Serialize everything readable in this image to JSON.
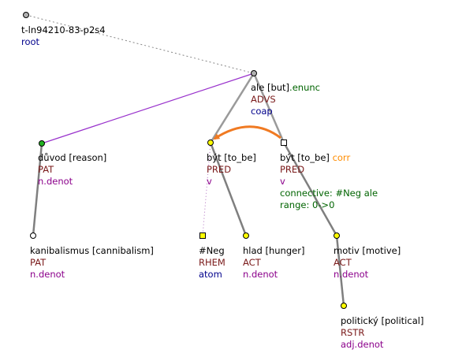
{
  "tree_id": "t-ln94210-83-p2s4",
  "root_label": "root",
  "colors": {
    "lemma": "#000000",
    "functor": "#7a1a1a",
    "nodetype_atom": "#00008b",
    "semantic": "#8b008b",
    "attr_green": "#006400",
    "attr_orange": "#ff8c00",
    "edge_purple": "#9932cc",
    "edge_gray": "#7f7f7f",
    "coref_arrow": "#f07a22"
  },
  "nodes": [
    {
      "id": "root",
      "lemma": "t-ln94210-83-p2s4",
      "functor": "",
      "type": "root",
      "shape": "circle",
      "fill": "#b0b0b0"
    },
    {
      "id": "ale",
      "lemma": "ale [but]",
      "suffix": ".enunc",
      "functor": "ADVS",
      "type": "coap",
      "shape": "circle",
      "fill": "#b0b0b0"
    },
    {
      "id": "duvod",
      "lemma": "důvod [reason]",
      "functor": "PAT",
      "type": "n.denot",
      "shape": "circle",
      "fill": "#22b022"
    },
    {
      "id": "byt1",
      "lemma": "být [to_be]",
      "functor": "PRED",
      "type": "v",
      "shape": "circle",
      "fill": "#ffff00"
    },
    {
      "id": "byt2",
      "lemma": "být [to_be]",
      "suffix": "corr",
      "functor": "PRED",
      "type": "v",
      "extra": [
        "connective: #Neg ale",
        "range: 0->0"
      ],
      "shape": "square",
      "fill": "#ffffff"
    },
    {
      "id": "kanib",
      "lemma": "kanibalismus [cannibalism]",
      "functor": "PAT",
      "type": "n.denot",
      "shape": "circle",
      "fill": "#ffffff"
    },
    {
      "id": "neg",
      "lemma": "#Neg",
      "functor": "RHEM",
      "type": "atom",
      "shape": "square",
      "fill": "#ffff00"
    },
    {
      "id": "hlad",
      "lemma": "hlad [hunger]",
      "functor": "ACT",
      "type": "n.denot",
      "shape": "circle",
      "fill": "#ffff00"
    },
    {
      "id": "motiv",
      "lemma": "motiv [motive]",
      "functor": "ACT",
      "type": "n.denot",
      "shape": "circle",
      "fill": "#ffff00"
    },
    {
      "id": "polit",
      "lemma": "politický [political]",
      "functor": "RSTR",
      "type": "adj.denot",
      "shape": "circle",
      "fill": "#ffff00"
    }
  ],
  "edges": [
    {
      "from": "root",
      "to": "ale",
      "style": "dotted"
    },
    {
      "from": "ale",
      "to": "duvod",
      "style": "purple"
    },
    {
      "from": "ale",
      "to": "byt1",
      "style": "gray-thick"
    },
    {
      "from": "ale",
      "to": "byt2",
      "style": "gray-thick"
    },
    {
      "from": "duvod",
      "to": "kanib",
      "style": "gray"
    },
    {
      "from": "byt1",
      "to": "neg",
      "style": "dotted-purple"
    },
    {
      "from": "byt1",
      "to": "hlad",
      "style": "gray"
    },
    {
      "from": "byt2",
      "to": "motiv",
      "style": "gray"
    },
    {
      "from": "motiv",
      "to": "polit",
      "style": "gray"
    },
    {
      "from": "byt2",
      "to": "byt1",
      "style": "coref-arrow"
    }
  ]
}
